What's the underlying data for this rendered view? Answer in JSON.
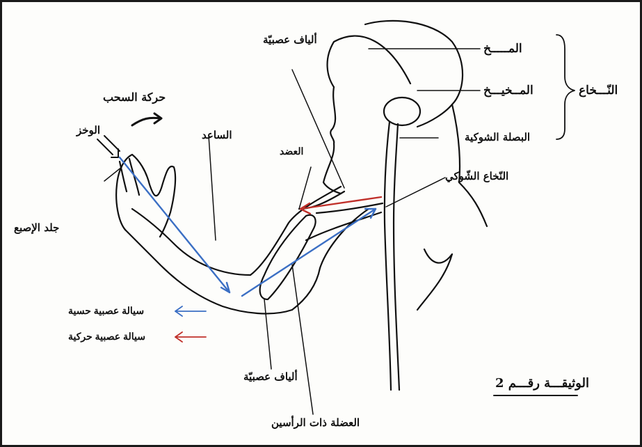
{
  "labels": {
    "brain": "المـــــخ",
    "cerebellum": "المــخيـــخ",
    "medulla": "البصلة الشوكية",
    "cns": "النّـــخاع",
    "spinal_cord": "النّخاع الشّوكي",
    "nerve_fibers_top": "ألياف عصبيّة",
    "nerve_fibers_bottom": "ألياف عصبيّة",
    "withdrawal_movement": "حركة السحب",
    "stimulus": "الوخز",
    "finger_skin": "جلد الإصبع",
    "forearm": "الساعد",
    "upper_arm": "العضد",
    "biceps": "العضلة ذات الرأسين"
  },
  "legend": {
    "sensory": "سيالة عصبية حسية",
    "motor": "سيالة عصبية حركية"
  },
  "document_title": "الوثيقـــة رقـــم 2",
  "colors": {
    "sensory": "#3b6fc4",
    "motor": "#c0302a",
    "ink": "#111111"
  }
}
